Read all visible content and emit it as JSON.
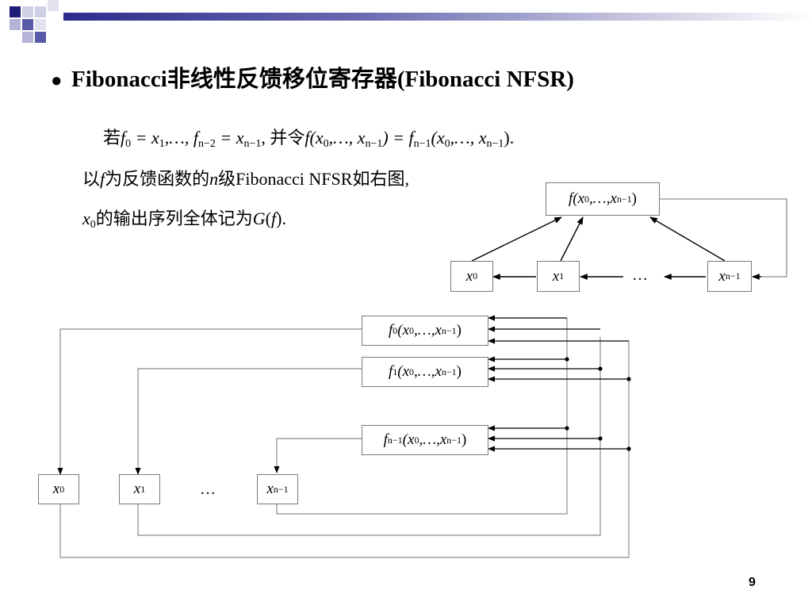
{
  "heading": {
    "title": "Fibonacci非线性反馈移位寄存器(Fibonacci NFSR)"
  },
  "body": {
    "l1_a": "若",
    "l1_b": "0",
    "l1_c": " = x",
    "l1_d": "1",
    "l1_e": ",…, f",
    "l1_f": "n−2",
    "l1_g": " = x",
    "l1_h": "n−1",
    "l1_i": ", 并令",
    "l1_j": "f(x",
    "l1_k": "0",
    "l1_l": ",…, x",
    "l1_m": "n−1",
    "l1_n": ") = f",
    "l1_o": "n−1",
    "l1_p": "(x",
    "l1_q": "0",
    "l1_r": ",…, x",
    "l1_s": "n−1",
    "l1_t": ").",
    "l2_a": "以",
    "l2_b": "f",
    "l2_c": "为反馈函数的",
    "l2_d": "n",
    "l2_e": "级Fibonacci NFSR如右图,",
    "l3_a": "x",
    "l3_b": "0",
    "l3_c": "的输出序列全体记为",
    "l3_d": "G",
    "l3_e": "(",
    "l3_f": "f",
    "l3_g": ")."
  },
  "top_diagram": {
    "f_box": {
      "a": "f(x",
      "b": "0",
      "c": ",…,x",
      "d": "n−1",
      "e": ")"
    },
    "x0": {
      "a": "x",
      "b": "0"
    },
    "x1": {
      "a": "x",
      "b": "1"
    },
    "dots": "…",
    "xn1": {
      "a": "x",
      "b": "n−1"
    }
  },
  "bottom_diagram": {
    "f0": {
      "a": "f",
      "b": "0",
      "c": "(x",
      "d": "0",
      "e": ",…,x",
      "f": "n−1",
      "g": ")"
    },
    "f1": {
      "a": "f",
      "b": "1",
      "c": "(x",
      "d": "0",
      "e": ",…,x",
      "f": "n−1",
      "g": ")"
    },
    "fn1": {
      "a": "f",
      "b": "n−1",
      "c": "(x",
      "d": "0",
      "e": ",…,x",
      "f": "n−1",
      "g": ")"
    },
    "x0": {
      "a": "x",
      "b": "0"
    },
    "x1": {
      "a": "x",
      "b": "1"
    },
    "dots": "…",
    "xn1": {
      "a": "x",
      "b": "n−1"
    }
  },
  "page_number": "9",
  "colors": {
    "corner_dark": "#1e1e78",
    "corner_mid": "#5a5aa8",
    "corner_light": "#b4b4d6",
    "line_gray": "#8c8c8c"
  }
}
